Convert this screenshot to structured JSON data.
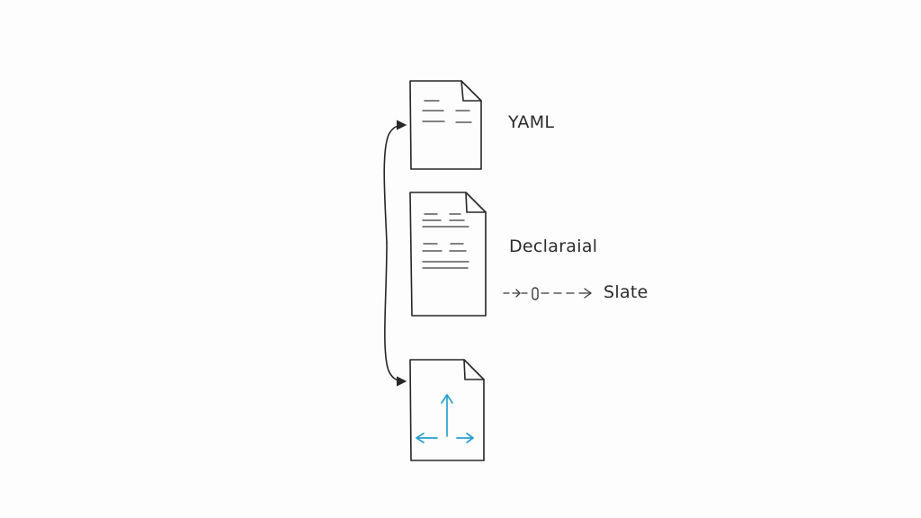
{
  "labels": {
    "yaml": "YAML",
    "declarative": "Declaraial",
    "state": "Slate"
  },
  "documents": [
    {
      "name": "yaml-document",
      "icon": "text-lines-icon"
    },
    {
      "name": "declarative-document",
      "icon": "text-lines-icon"
    },
    {
      "name": "state-document",
      "icon": "axes-arrows-icon"
    }
  ],
  "colors": {
    "ink": "#262626",
    "accent": "#2a9fd0",
    "background": "#fdfdfd"
  }
}
